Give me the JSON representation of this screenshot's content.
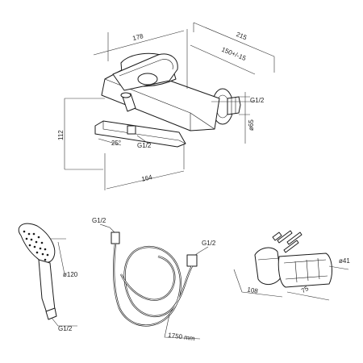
{
  "mixer": {
    "dim_178": "178",
    "dim_215": "215",
    "dim_150": "150+/-15",
    "dim_112": "112",
    "dim_164": "164",
    "dim_25deg": "25°",
    "dim_g12_outlet": "G1/2",
    "dim_g12_inlet": "G1/2",
    "dim_65": "ø65"
  },
  "hand_shower": {
    "dim_120": "ø120",
    "dim_g12": "G1/2"
  },
  "hose": {
    "dim_g12_left": "G1/2",
    "dim_g12_right": "G1/2",
    "length": "1750 mm"
  },
  "holder": {
    "dim_108": "108",
    "dim_75": "75",
    "dim_41": "ø41"
  }
}
